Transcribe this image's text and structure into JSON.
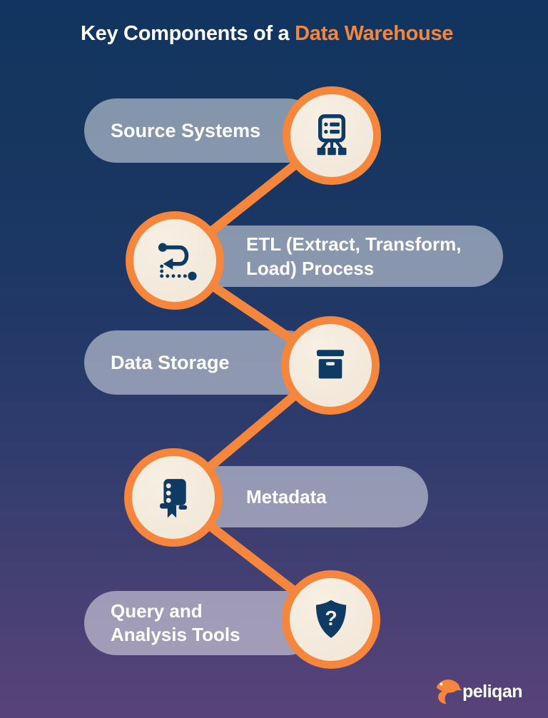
{
  "title": {
    "prefix": "Key Components of a ",
    "highlight": "Data Warehouse"
  },
  "items": [
    {
      "label": "Source Systems",
      "icon": "server-network-icon",
      "icon_side": "right"
    },
    {
      "label": "ETL (Extract, Transform, Load) Process",
      "lines": [
        "ETL (Extract, Transform,",
        "Load) Process"
      ],
      "icon": "route-flow-icon",
      "icon_side": "left"
    },
    {
      "label": "Data Storage",
      "icon": "storage-box-icon",
      "icon_side": "right"
    },
    {
      "label": "Metadata",
      "icon": "journal-bookmark-icon",
      "icon_side": "left"
    },
    {
      "label": "Query and Analysis Tools",
      "lines": [
        "Query and",
        "Analysis Tools"
      ],
      "icon": "shield-question-icon",
      "icon_side": "right",
      "icon_glyph": "?"
    }
  ],
  "logo": {
    "text": "peliqan",
    "icon": "pelican-icon"
  },
  "colors": {
    "background_top": "#113560",
    "background_bottom": "#584379",
    "accent_orange": "#F5863C",
    "circle_fill": "#F2E9DB",
    "icon_navy": "#0E3A63",
    "pill_fill": "rgba(255,255,255,0.48)",
    "text_white": "#FFFFFF"
  }
}
